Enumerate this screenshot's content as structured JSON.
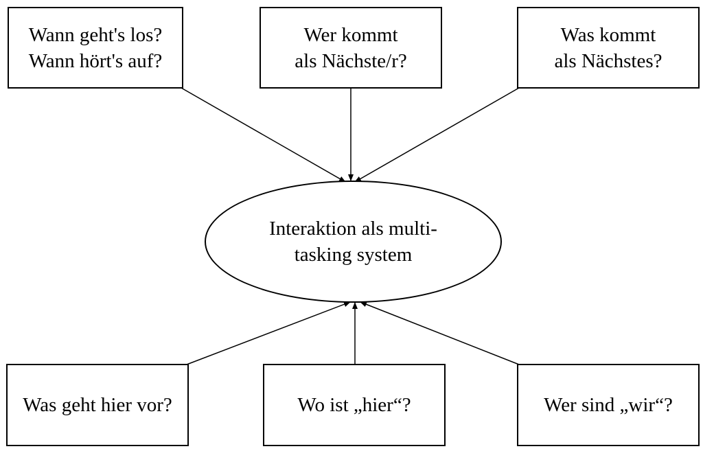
{
  "boxes": {
    "top_left": {
      "lines": [
        "Wann geht's los?",
        "Wann hört's auf?"
      ]
    },
    "top_center": {
      "lines": [
        "Wer kommt",
        "als Nächste/r?"
      ]
    },
    "top_right": {
      "lines": [
        "Was kommt",
        "als Nächstes?"
      ]
    },
    "bottom_left": {
      "lines": [
        "Was geht hier vor?"
      ]
    },
    "bottom_center": {
      "lines": [
        "Wo ist „hier“?"
      ]
    },
    "bottom_right": {
      "lines": [
        "Wer sind „wir“?"
      ]
    }
  },
  "center": {
    "lines": [
      "Interaktion als multi-",
      "tasking system"
    ]
  }
}
